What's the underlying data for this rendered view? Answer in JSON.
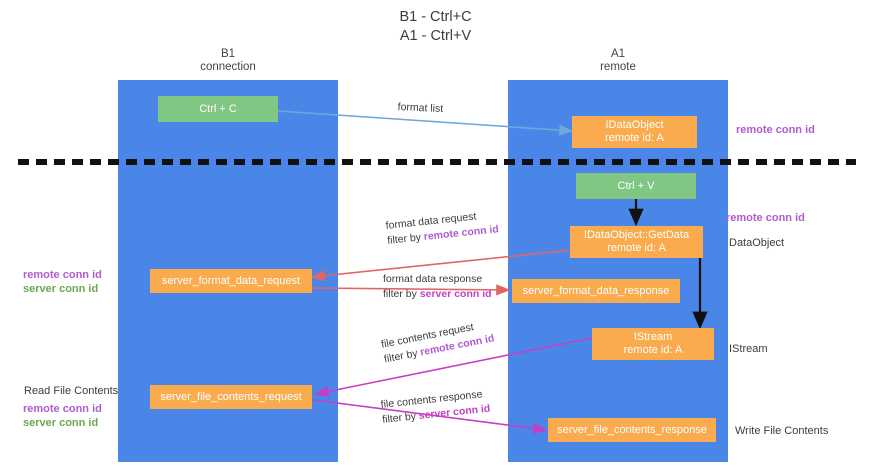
{
  "title": {
    "line1": "B1 - Ctrl+C",
    "line2": "A1 - Ctrl+V"
  },
  "colors": {
    "column": "#4a86e8",
    "green_box": "#80c784",
    "orange_box": "#f9ab4e",
    "remote_conn_id": "#b05bd0",
    "server_conn_id": "#6aa84f",
    "arrow_format_list": "#6fa8dc",
    "arrow_format_data": "#e06666",
    "arrow_file_contents": "#c43fc4",
    "arrow_internal": "#000000",
    "divider": "#000000",
    "text": "#3c3c3c"
  },
  "columns": [
    {
      "id": "b1",
      "title": "B1",
      "subtitle": "connection"
    },
    {
      "id": "a1",
      "title": "A1",
      "subtitle": "remote"
    }
  ],
  "boxes": [
    {
      "id": "ctrl-c",
      "kind": "green",
      "line1": "Ctrl + C",
      "line2": ""
    },
    {
      "id": "idataobject",
      "kind": "orange",
      "line1": "IDataObject",
      "line2": "remote id: A"
    },
    {
      "id": "ctrl-v",
      "kind": "green",
      "line1": "Ctrl + V",
      "line2": ""
    },
    {
      "id": "getdata",
      "kind": "orange",
      "line1": "IDataObject::GetData",
      "line2": "remote id: A"
    },
    {
      "id": "server-format-data-request",
      "kind": "orange",
      "line1": "server_format_data_request",
      "line2": ""
    },
    {
      "id": "server-format-data-response",
      "kind": "orange",
      "line1": "server_format_data_response",
      "line2": ""
    },
    {
      "id": "istream",
      "kind": "orange",
      "line1": "IStream",
      "line2": "remote id: A"
    },
    {
      "id": "server-file-contents-request",
      "kind": "orange",
      "line1": "server_file_contents_request",
      "line2": ""
    },
    {
      "id": "server-file-contents-response",
      "kind": "orange",
      "line1": "server_file_contents_response",
      "line2": ""
    }
  ],
  "edge_labels": [
    {
      "id": "format-list",
      "top": "format list",
      "bottom": "",
      "bottom_bold": ""
    },
    {
      "id": "format-data-request",
      "top": "format data request",
      "bottom": "filter by ",
      "bottom_bold": "remote conn id"
    },
    {
      "id": "format-data-response",
      "top": "format data response",
      "bottom": "filter by ",
      "bottom_bold": "server conn id"
    },
    {
      "id": "file-contents-request",
      "top": "file contents request",
      "bottom": "filter by ",
      "bottom_bold": "remote conn id"
    },
    {
      "id": "file-contents-response",
      "top": "file contents response",
      "bottom": "filter by ",
      "bottom_bold": "server conn id"
    }
  ],
  "side_labels": {
    "right_top": "remote conn id",
    "right_mid": "remote conn id",
    "right_dataobject": "DataObject",
    "right_istream": "IStream",
    "right_write": "Write File Contents",
    "left_mid_remote": "remote conn id",
    "left_mid_server": "server conn id",
    "left_read": "Read File Contents",
    "left_bot_remote": "remote conn id",
    "left_bot_server": "server conn id"
  }
}
